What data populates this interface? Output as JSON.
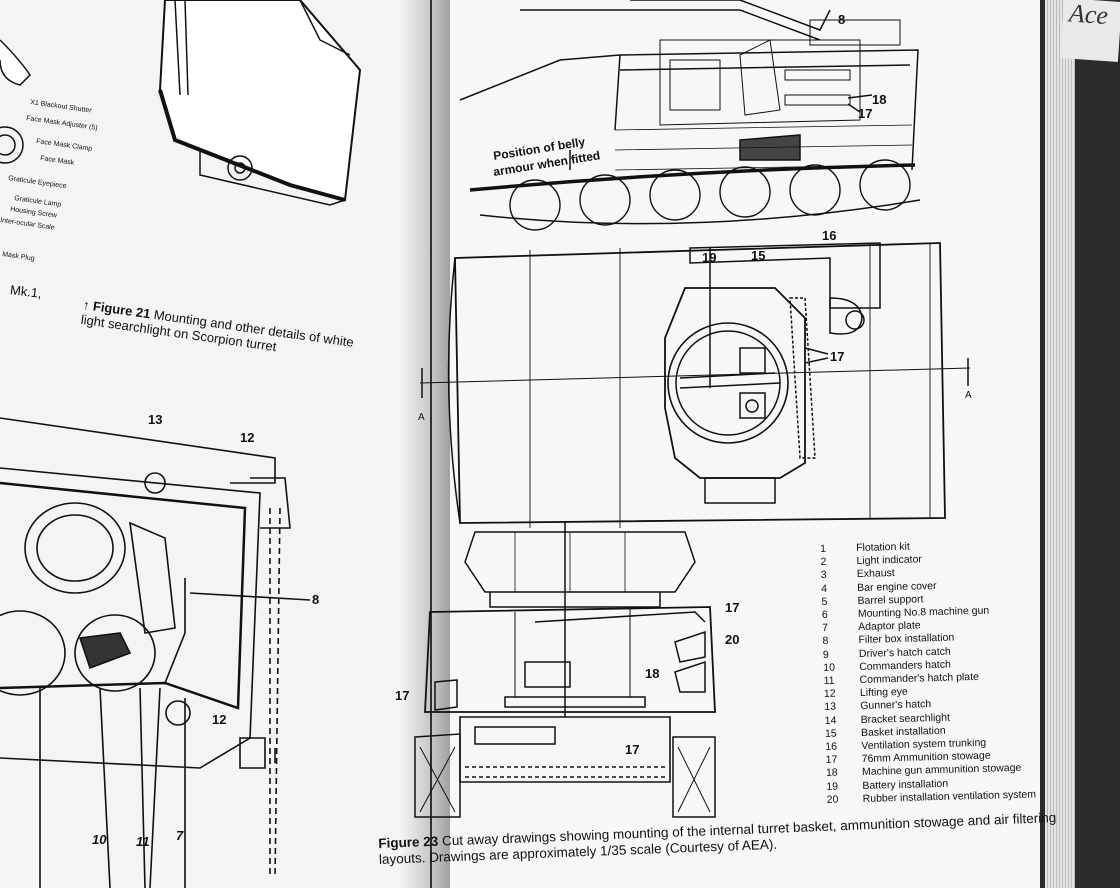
{
  "left_page": {
    "part_labels": [
      "X1 Blackout Shutter",
      "Face Mask Adjuster (5)",
      "Face Mask Clamp",
      "Face Mask",
      "Graticule Eyepiece",
      "Graticule Lamp",
      "Housing Screw",
      "Inter-ocular Scale",
      "Mask Plug"
    ],
    "mk_text": "Mk.1,",
    "figure21": {
      "arrow": "↑",
      "label": "Figure 21",
      "text": "Mounting and other details of white light searchlight on Scorpion turret"
    },
    "turret_callouts": [
      "13",
      "12",
      "8",
      "12",
      "10",
      "11",
      "7"
    ]
  },
  "right_page": {
    "side_view": {
      "belly_note_line1": "Position of belly",
      "belly_note_line2": "armour when fitted",
      "callouts": [
        "8",
        "18",
        "17"
      ]
    },
    "plan_view": {
      "callouts": [
        "16",
        "19",
        "15",
        "17"
      ],
      "section_marks": [
        "A",
        "A"
      ]
    },
    "front_view": {
      "callouts": [
        "17",
        "20",
        "18",
        "17",
        "17"
      ]
    },
    "legend": [
      {
        "num": "1",
        "text": "Flotation kit"
      },
      {
        "num": "2",
        "text": "Light indicator"
      },
      {
        "num": "3",
        "text": "Exhaust"
      },
      {
        "num": "4",
        "text": "Bar engine cover"
      },
      {
        "num": "5",
        "text": "Barrel support"
      },
      {
        "num": "6",
        "text": "Mounting No.8 machine gun"
      },
      {
        "num": "7",
        "text": "Adaptor plate"
      },
      {
        "num": "8",
        "text": "Filter box installation"
      },
      {
        "num": "9",
        "text": "Driver's hatch catch"
      },
      {
        "num": "10",
        "text": "Commanders hatch"
      },
      {
        "num": "11",
        "text": "Commander's hatch plate"
      },
      {
        "num": "12",
        "text": "Lifting eye"
      },
      {
        "num": "13",
        "text": "Gunner's hatch"
      },
      {
        "num": "14",
        "text": "Bracket searchlight"
      },
      {
        "num": "15",
        "text": "Basket installation"
      },
      {
        "num": "16",
        "text": "Ventilation system trunking"
      },
      {
        "num": "17",
        "text": "76mm Ammunition stowage"
      },
      {
        "num": "18",
        "text": "Machine gun ammunition stowage"
      },
      {
        "num": "19",
        "text": "Battery installation"
      },
      {
        "num": "20",
        "text": "Rubber installation ventilation system"
      }
    ],
    "figure23": {
      "label": "Figure 23",
      "text": "Cut away drawings showing mounting of the internal turret basket, ammunition stowage and air filtering layouts. Drawings are approximately 1/35 scale (Courtesy of AEA)."
    }
  },
  "scrap_text": "Ace"
}
